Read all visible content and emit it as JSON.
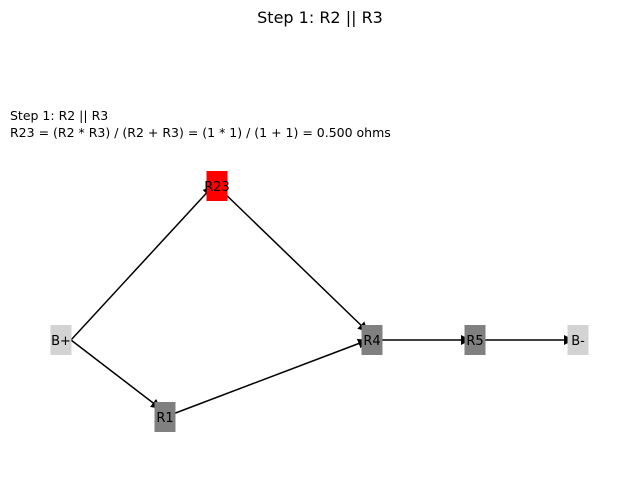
{
  "title": "Step 1: R2 || R3",
  "info": {
    "line1": "Step 1: R2 || R3",
    "line2": "R23 = (R2 * R3) / (R2 + R3) = (1 * 1) / (1 + 1) = 0.500 ohms"
  },
  "colors": {
    "highlight": "#ff0000",
    "resistor": "#808080",
    "terminal": "#d3d3d3",
    "edge": "#000000"
  },
  "nodes": [
    {
      "id": "B+",
      "label": "B+",
      "kind": "terminal"
    },
    {
      "id": "R23",
      "label": "R23",
      "kind": "highlight"
    },
    {
      "id": "R1",
      "label": "R1",
      "kind": "resistor"
    },
    {
      "id": "R4",
      "label": "R4",
      "kind": "resistor"
    },
    {
      "id": "R5",
      "label": "R5",
      "kind": "resistor"
    },
    {
      "id": "B-",
      "label": "B-",
      "kind": "terminal"
    }
  ],
  "edges": [
    {
      "from": "B+",
      "to": "R23"
    },
    {
      "from": "B+",
      "to": "R1"
    },
    {
      "from": "R23",
      "to": "R4"
    },
    {
      "from": "R1",
      "to": "R4"
    },
    {
      "from": "R4",
      "to": "R5"
    },
    {
      "from": "R5",
      "to": "B-"
    }
  ]
}
